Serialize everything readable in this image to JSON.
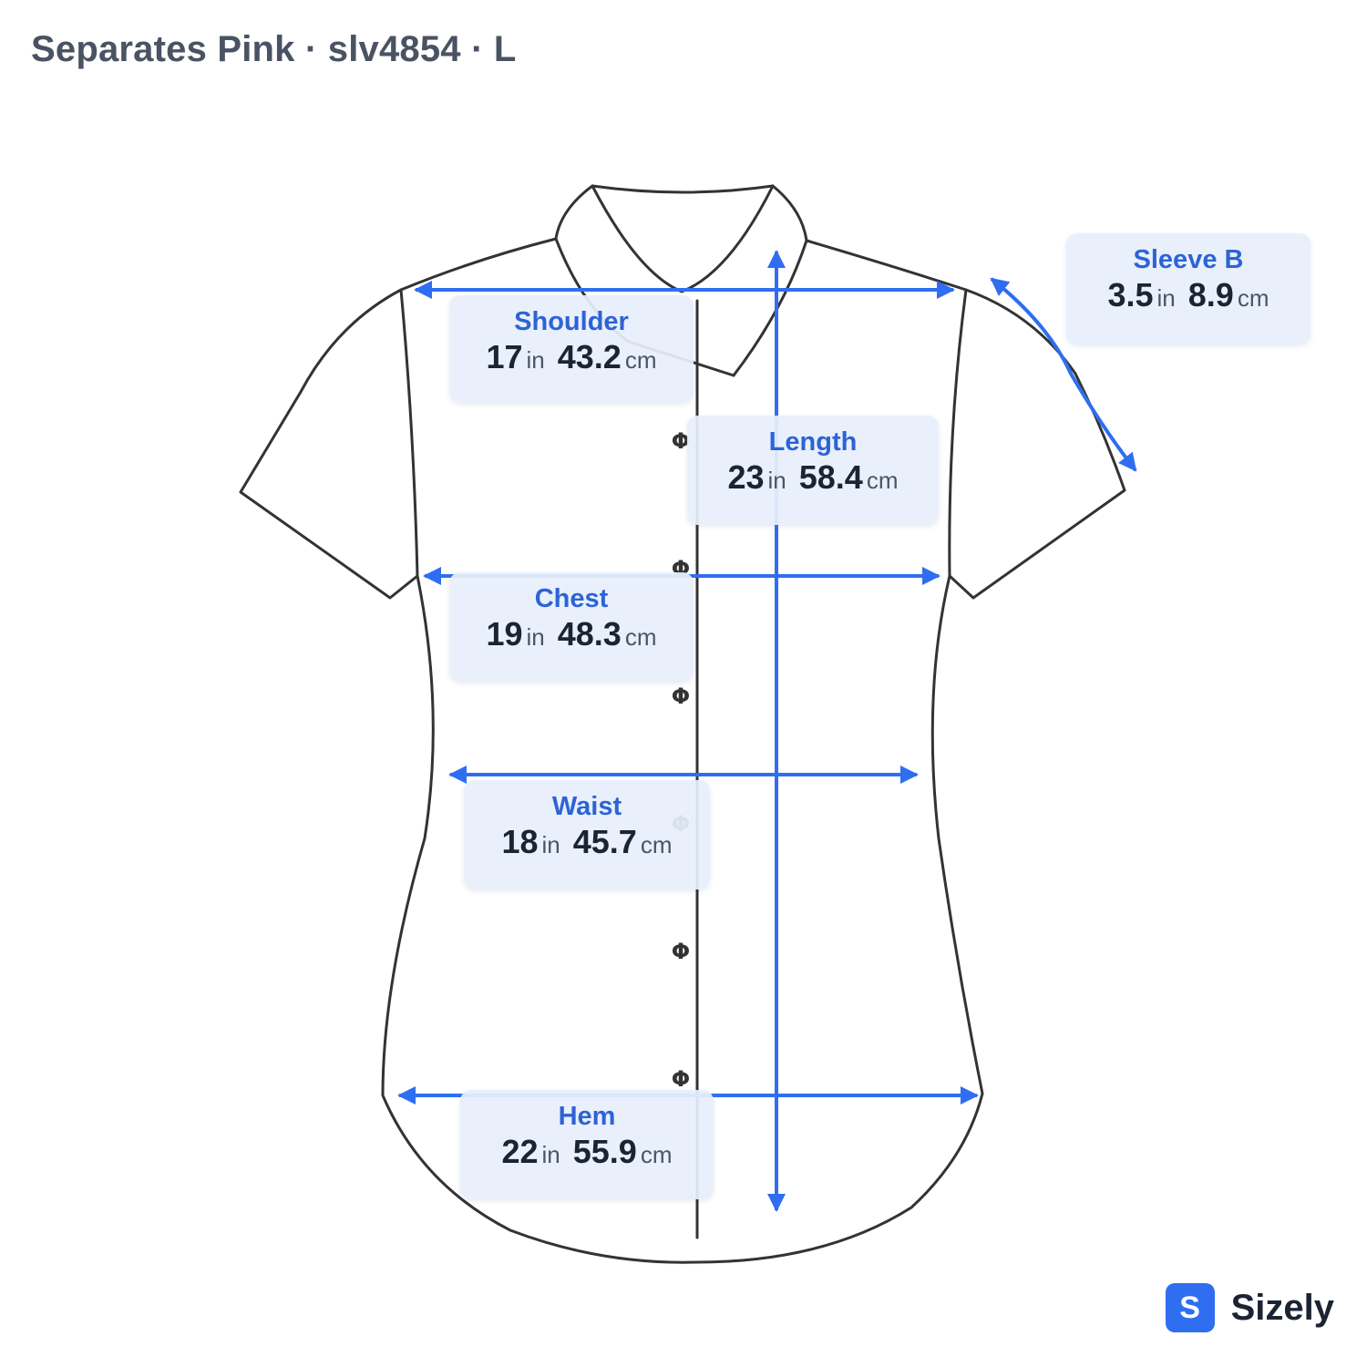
{
  "title": "Separates Pink · slv4854 · L",
  "colors": {
    "accent": "#2f6ef0",
    "outline": "#333333",
    "card": "#e7effb",
    "label": "#2d63d6"
  },
  "measurements": [
    {
      "id": "shoulder",
      "label": "Shoulder",
      "in": "17",
      "in_unit": "in",
      "cm": "43.2",
      "cm_unit": "cm"
    },
    {
      "id": "sleeve",
      "label": "Sleeve B",
      "in": "3.5",
      "in_unit": "in",
      "cm": "8.9",
      "cm_unit": "cm"
    },
    {
      "id": "length",
      "label": "Length",
      "in": "23",
      "in_unit": "in",
      "cm": "58.4",
      "cm_unit": "cm"
    },
    {
      "id": "chest",
      "label": "Chest",
      "in": "19",
      "in_unit": "in",
      "cm": "48.3",
      "cm_unit": "cm"
    },
    {
      "id": "waist",
      "label": "Waist",
      "in": "18",
      "in_unit": "in",
      "cm": "45.7",
      "cm_unit": "cm"
    },
    {
      "id": "hem",
      "label": "Hem",
      "in": "22",
      "in_unit": "in",
      "cm": "55.9",
      "cm_unit": "cm"
    }
  ],
  "buttons_glyph": "Φ",
  "brand": {
    "logo_letter": "S",
    "name": "Sizely"
  }
}
